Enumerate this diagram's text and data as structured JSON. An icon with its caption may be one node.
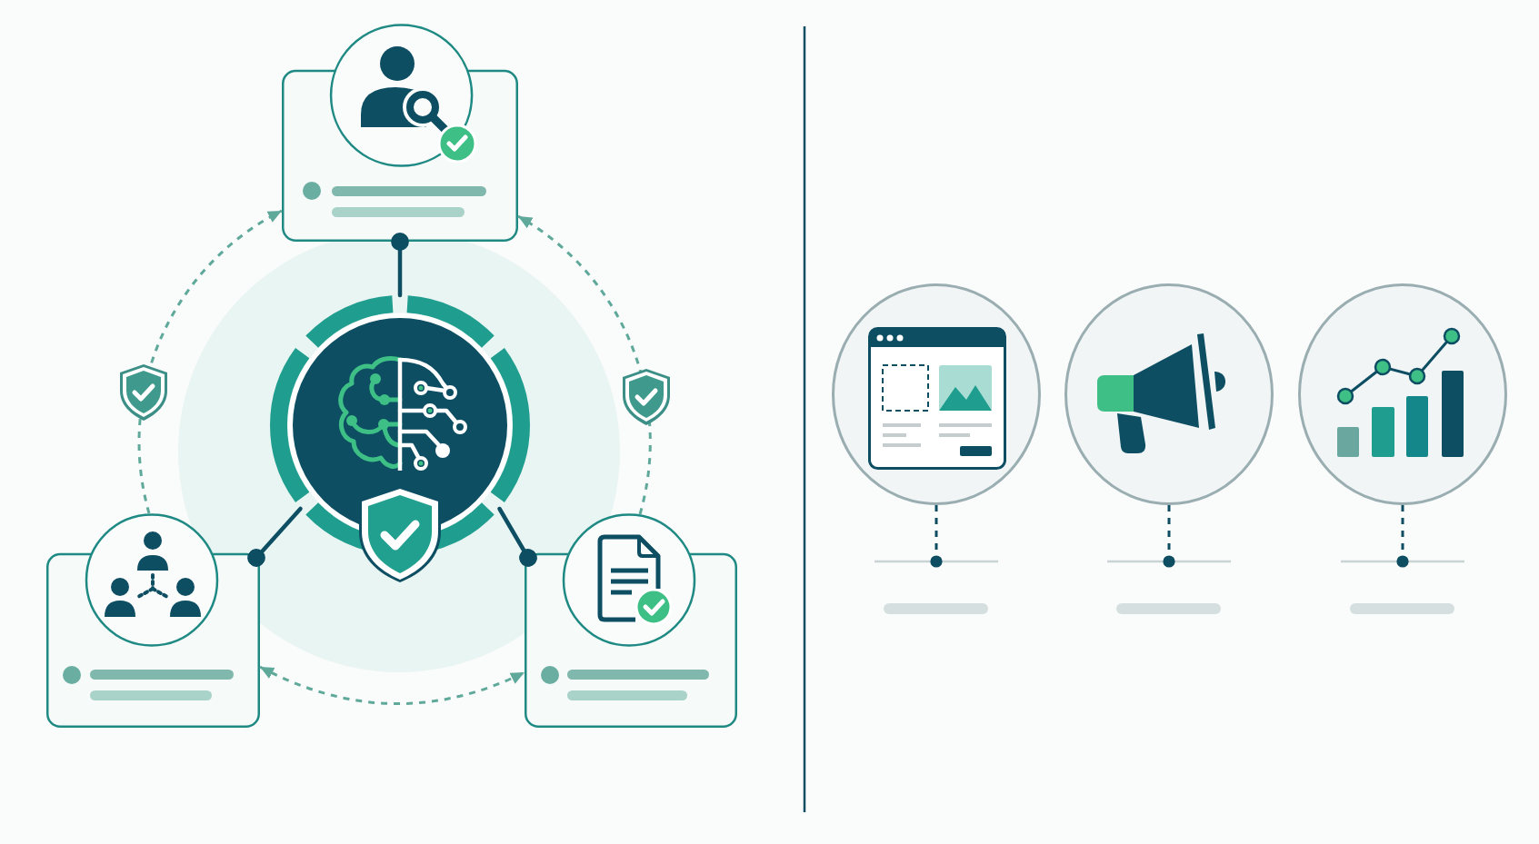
{
  "diagram": {
    "nodes": [
      {
        "text": [],
        "shape": "box"
      },
      {
        "text": [],
        "shape": "circle"
      },
      {
        "text": [],
        "shape": "box"
      },
      {
        "text": [],
        "shape": "box"
      },
      {
        "text": [],
        "shape": "circle"
      },
      {
        "text": [],
        "shape": "circle"
      },
      {
        "text": [],
        "shape": "circle"
      }
    ],
    "edges": [
      {
        "from": 1,
        "to": 0,
        "arrow": "other"
      },
      {
        "from": 1,
        "to": 2,
        "arrow": "other"
      },
      {
        "from": 1,
        "to": 3,
        "arrow": "other"
      },
      {
        "from": 2,
        "to": 0,
        "arrow": "to",
        "style": "dashed",
        "color": "#5fa99b"
      },
      {
        "from": 3,
        "to": 0,
        "arrow": "to",
        "style": "dashed",
        "color": "#5fa99b"
      },
      {
        "from": 2,
        "to": 3,
        "arrow": "both",
        "style": "dashed",
        "color": "#5fa99b"
      },
      {
        "from": 4,
        "to": null,
        "arrow": "other",
        "style": "dashed"
      },
      {
        "from": 5,
        "to": null,
        "arrow": "other",
        "style": "dashed"
      },
      {
        "from": 6,
        "to": null,
        "arrow": "other",
        "style": "dashed"
      }
    ]
  }
}
